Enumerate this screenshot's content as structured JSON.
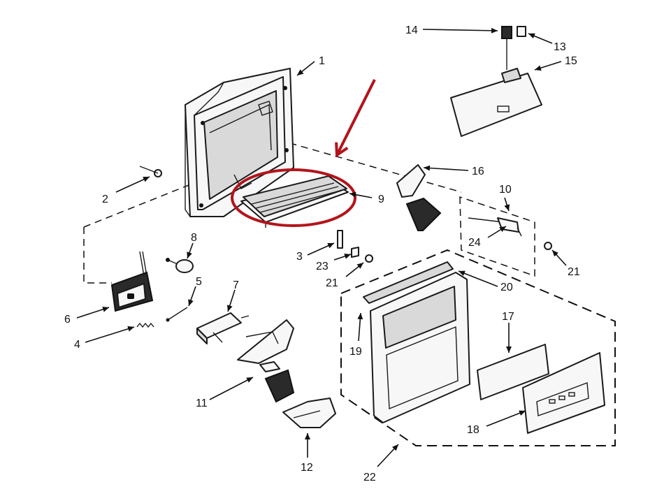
{
  "diagram": {
    "callouts": {
      "c1": "1",
      "c2": "2",
      "c3": "3",
      "c4": "4",
      "c5": "5",
      "c6": "6",
      "c7": "7",
      "c8": "8",
      "c9": "9",
      "c10": "10",
      "c11": "11",
      "c12": "12",
      "c13": "13",
      "c14": "14",
      "c15": "15",
      "c16": "16",
      "c17": "17",
      "c18": "18",
      "c19": "19",
      "c20": "20",
      "c21a": "21",
      "c21b": "21",
      "c22": "22",
      "c23": "23",
      "c24": "24"
    },
    "highlight": {
      "part": "9",
      "arrow_color": "#b3141b",
      "ring_color": "#b3141b"
    },
    "icons": [
      "red-arrow-icon",
      "highlight-ring-icon"
    ]
  }
}
